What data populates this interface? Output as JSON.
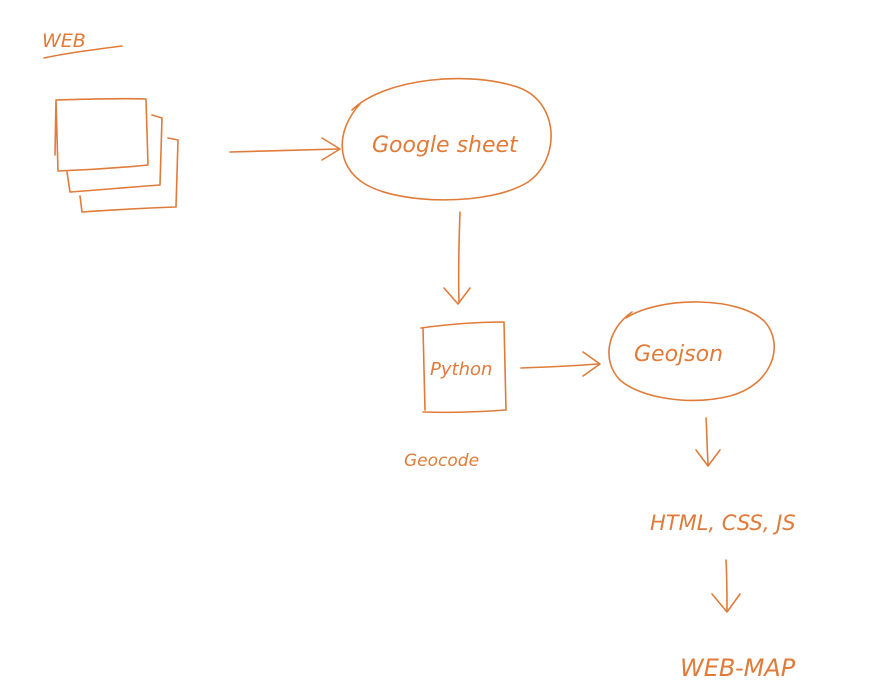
{
  "colors": {
    "ink": "#e07b39",
    "background": "#ffffff"
  },
  "nodes": {
    "source": {
      "label": "WEB"
    },
    "sheet": {
      "label": "Google sheet"
    },
    "script": {
      "label": "Python",
      "caption": "Geocode"
    },
    "data": {
      "label": "Geojson"
    },
    "stack": {
      "label": "HTML, CSS, JS"
    },
    "output": {
      "label": "WEB-MAP"
    }
  }
}
